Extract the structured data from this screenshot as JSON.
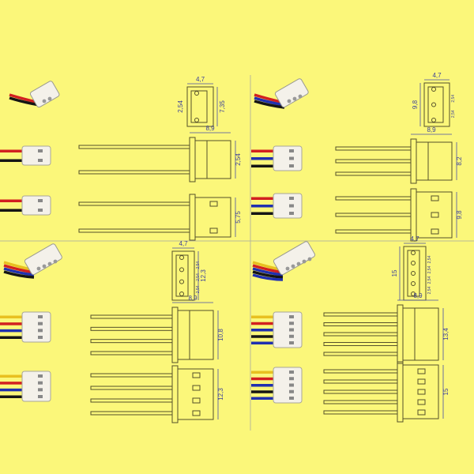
{
  "colors": {
    "background": "#fbf77a",
    "drawing_line": "#55502a",
    "dimension": "#3a3f9a",
    "housing": "#f4f1ea"
  },
  "panels": [
    {
      "pins": 2,
      "end_width": "4,7",
      "end_height": "7,35",
      "pitch_labels": [
        "2,54"
      ],
      "side_length": "8,9",
      "side_height_1": "2,54",
      "side_height_2": "5,75",
      "wire_colors": [
        "#d22020",
        "#151515"
      ]
    },
    {
      "pins": 3,
      "end_width": "4,7",
      "end_height": "9,8",
      "pitch_labels": [
        "2,54",
        "2,54"
      ],
      "side_length": "8,9",
      "side_height_1": "8,2",
      "side_height_2": "9,8",
      "wire_colors": [
        "#d22020",
        "#2030b0",
        "#151515"
      ]
    },
    {
      "pins": 4,
      "end_width": "4,7",
      "end_height": "12,3",
      "pitch_labels": [
        "2,54",
        "2,54",
        "2,54"
      ],
      "side_length": "8,9",
      "side_height_1": "10,8",
      "side_height_2": "12,3",
      "wire_colors": [
        "#e8c020",
        "#d22020",
        "#2030b0",
        "#151515"
      ]
    },
    {
      "pins": 5,
      "end_width": "4,7",
      "end_height": "15",
      "pitch_labels": [
        "2,54",
        "2,54",
        "2,54",
        "2,54"
      ],
      "side_length": "8,9",
      "side_height_1": "13,4",
      "side_height_2": "15",
      "wire_colors": [
        "#e8c020",
        "#d22020",
        "#2030b0",
        "#151515",
        "#2030b0"
      ]
    }
  ]
}
